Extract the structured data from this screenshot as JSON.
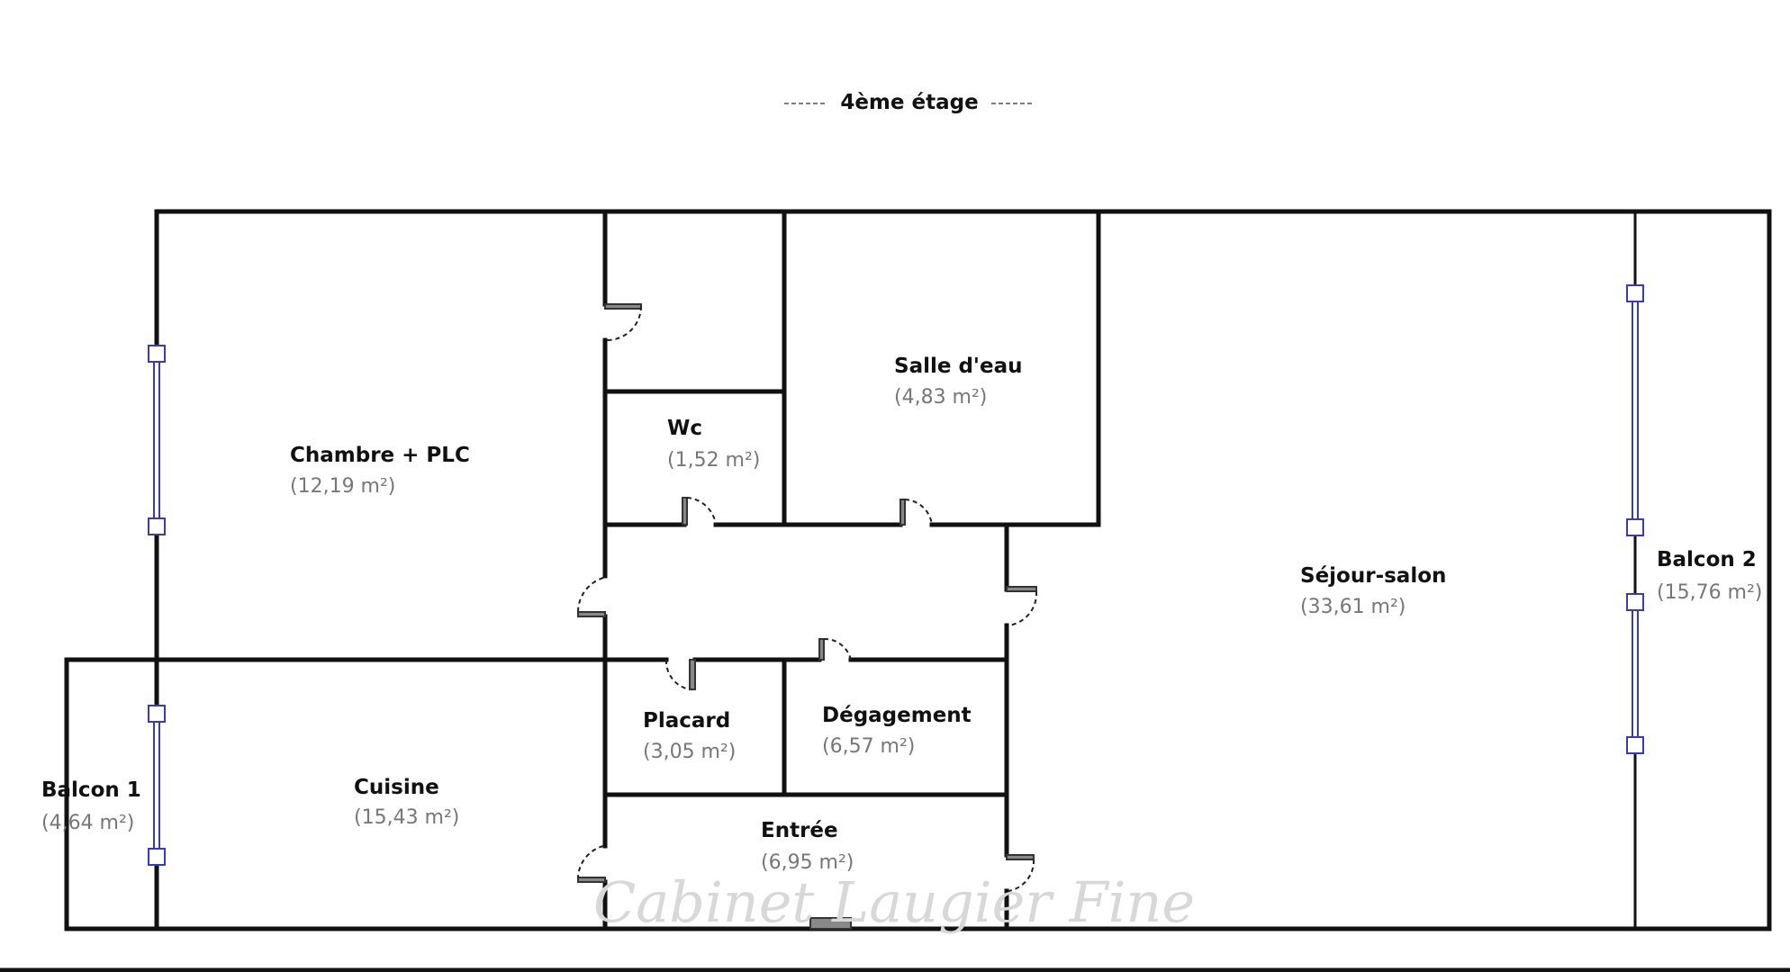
{
  "title": "4ème étage",
  "rooms": {
    "chambre": {
      "name": "Chambre + PLC",
      "area": "(12,19 m²)"
    },
    "wc": {
      "name": "Wc",
      "area": "(1,52 m²)"
    },
    "salle_eau": {
      "name": "Salle d'eau",
      "area": "(4,83 m²)"
    },
    "sejour": {
      "name": "Séjour-salon",
      "area": "(33,61 m²)"
    },
    "balcon2": {
      "name": "Balcon 2",
      "area": "(15,76 m²)"
    },
    "placard": {
      "name": "Placard",
      "area": "(3,05 m²)"
    },
    "degagement": {
      "name": "Dégagement",
      "area": "(6,57 m²)"
    },
    "balcon1": {
      "name": "Balcon 1",
      "area": "(4,64 m²)"
    },
    "cuisine": {
      "name": "Cuisine",
      "area": "(15,43 m²)"
    },
    "entree": {
      "name": "Entrée",
      "area": "(6,95 m²)"
    }
  },
  "watermark": "Cabinet Laugier Fine",
  "colors": {
    "walls": "#111111",
    "windows": "#3b3bb0",
    "area_text": "#777777"
  }
}
